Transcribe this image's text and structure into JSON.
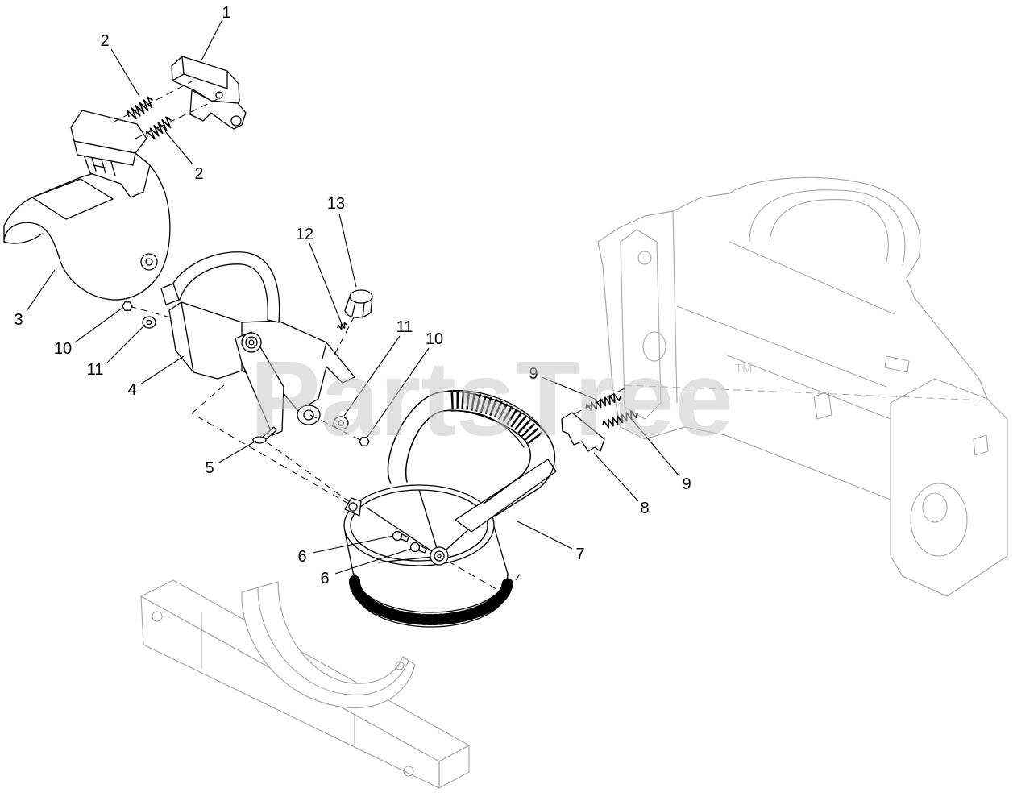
{
  "diagram": {
    "callouts": [
      "1",
      "2",
      "2",
      "13",
      "12",
      "3",
      "11",
      "10",
      "10",
      "11",
      "4",
      "9",
      "5",
      "9",
      "8",
      "7",
      "6",
      "6"
    ]
  },
  "watermark": {
    "text": "PartsTree",
    "trademark": "TM"
  },
  "colors": {
    "line": "#000000",
    "ghost": "#a6a6a6",
    "watermark": "#c8c8c8"
  }
}
